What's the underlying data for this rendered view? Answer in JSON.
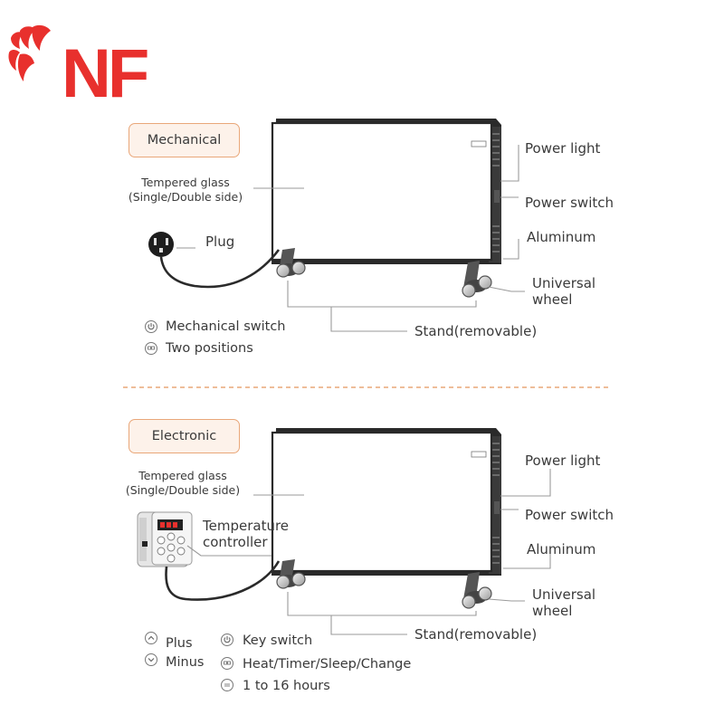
{
  "logo": {
    "text": "NF",
    "color": "#e8302d"
  },
  "mechanical": {
    "badge": "Mechanical",
    "glass_line1": "Tempered glass",
    "glass_line2": "(Single/Double side)",
    "plug": "Plug",
    "power_light": "Power light",
    "power_switch": "Power switch",
    "aluminum": "Aluminum",
    "wheel_line1": "Universal",
    "wheel_line2": "wheel",
    "stand": "Stand(removable)",
    "legend": [
      {
        "icon": "power-icon",
        "text": "Mechanical switch"
      },
      {
        "icon": "mode-icon",
        "text": "Two positions"
      }
    ]
  },
  "electronic": {
    "badge": "Electronic",
    "glass_line1": "Tempered glass",
    "glass_line2": "(Single/Double side)",
    "controller_line1": "Temperature",
    "controller_line2": "controller",
    "power_light": "Power light",
    "power_switch": "Power switch",
    "aluminum": "Aluminum",
    "wheel_line1": "Universal",
    "wheel_line2": "wheel",
    "stand": "Stand(removable)",
    "legend_left": [
      {
        "icon": "up-arrow-icon",
        "text": "Plus"
      },
      {
        "icon": "down-arrow-icon",
        "text": "Minus"
      }
    ],
    "legend_right": [
      {
        "icon": "power-icon",
        "text": "Key switch"
      },
      {
        "icon": "mode-icon",
        "text": "Heat/Timer/Sleep/Change"
      },
      {
        "icon": "timer-icon",
        "text": "1 to 16 hours"
      }
    ]
  },
  "colors": {
    "accent": "#e8302d",
    "badge_border": "#e9a779",
    "badge_fill": "#fdf2ea",
    "divider": "#e9a779"
  }
}
